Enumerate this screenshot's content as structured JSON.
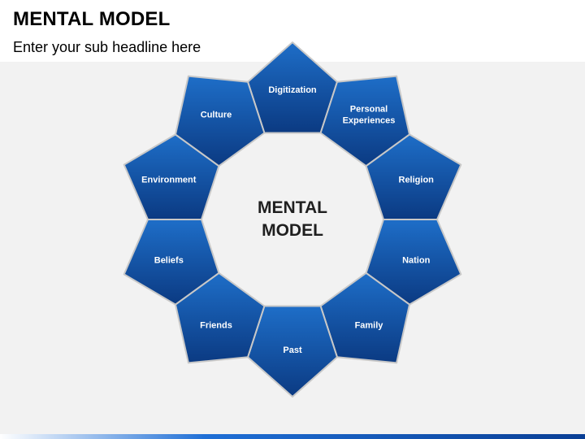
{
  "header": {
    "title": "MENTAL MODEL",
    "subtitle": "Enter your sub headline here"
  },
  "diagram": {
    "center_lines": [
      "MENTAL",
      "MODEL"
    ],
    "segments": [
      {
        "lines": [
          "Digitization"
        ]
      },
      {
        "lines": [
          "Personal",
          "Experiences"
        ]
      },
      {
        "lines": [
          "Religion"
        ]
      },
      {
        "lines": [
          "Nation"
        ]
      },
      {
        "lines": [
          "Family"
        ]
      },
      {
        "lines": [
          "Past"
        ]
      },
      {
        "lines": [
          "Friends"
        ]
      },
      {
        "lines": [
          "Beliefs"
        ]
      },
      {
        "lines": [
          "Environment"
        ]
      },
      {
        "lines": [
          "Culture"
        ]
      }
    ],
    "colors": {
      "segment_fill_dark": "#0b3a82",
      "segment_fill_light": "#1e6ec8",
      "segment_stroke": "#c8c8c8",
      "background": "#f2f2f2"
    }
  }
}
